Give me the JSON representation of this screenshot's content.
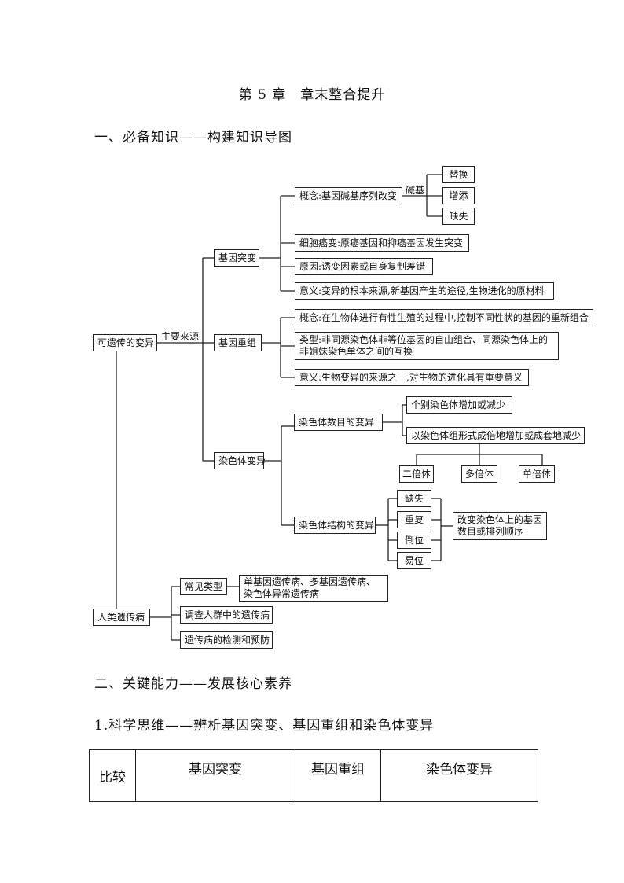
{
  "title": "第 5 章　章末整合提升",
  "section1": "一、必备知识——构建知识导图",
  "section2": "二、关键能力——发展核心素养",
  "sub1": "1.科学思维——辨析基因突变、基因重组和染色体变异",
  "map": {
    "root1": "可遗传的变异",
    "root1_edge": "主要来源",
    "gene_mutation": "基因突变",
    "gm_concept": "概念:基因碱基序列改变",
    "gm_base_label": "碱基",
    "gm_replace": "替换",
    "gm_add": "增添",
    "gm_missing": "缺失",
    "gm_cancer": "细胞癌变:原癌基因和抑癌基因发生突变",
    "gm_cause": "原因:诱变因素或自身复制差错",
    "gm_meaning": "意义:变异的根本来源,新基因产生的途径,生物进化的原材料",
    "recombination": "基因重组",
    "gr_concept": "概念:在生物体进行有性生殖的过程中,控制不同性状的基因的重新组合",
    "gr_type": "类型:非同源染色体非等位基因的自由组合、同源染色体上的非姐妹染色单体之间的互换",
    "gr_meaning": "意义:生物变异的来源之一,对生物的进化具有重要意义",
    "chromosome_variation": "染色体变异",
    "cv_number": "染色体数目的变异",
    "cv_individual": "个别染色体增加或减少",
    "cv_set": "以染色体组形式成倍地增加或成套地减少",
    "cv_diploid": "二倍体",
    "cv_polyploid": "多倍体",
    "cv_haploid": "单倍体",
    "cv_structure": "染色体结构的变异",
    "cs_missing": "缺失",
    "cs_repeat": "重复",
    "cs_invert": "倒位",
    "cs_translocate": "易位",
    "cs_effect": "改变染色体上的基因数目或排列顺序",
    "root2": "人类遗传病",
    "hd_types_label": "常见类型",
    "hd_types": "单基因遗传病、多基因遗传病、染色体异常遗传病",
    "hd_survey": "调查人群中的遗传病",
    "hd_detect": "遗传病的检测和预防"
  },
  "table": {
    "headers": [
      "比较",
      "基因突变",
      "基因重组",
      "染色体变异"
    ]
  }
}
